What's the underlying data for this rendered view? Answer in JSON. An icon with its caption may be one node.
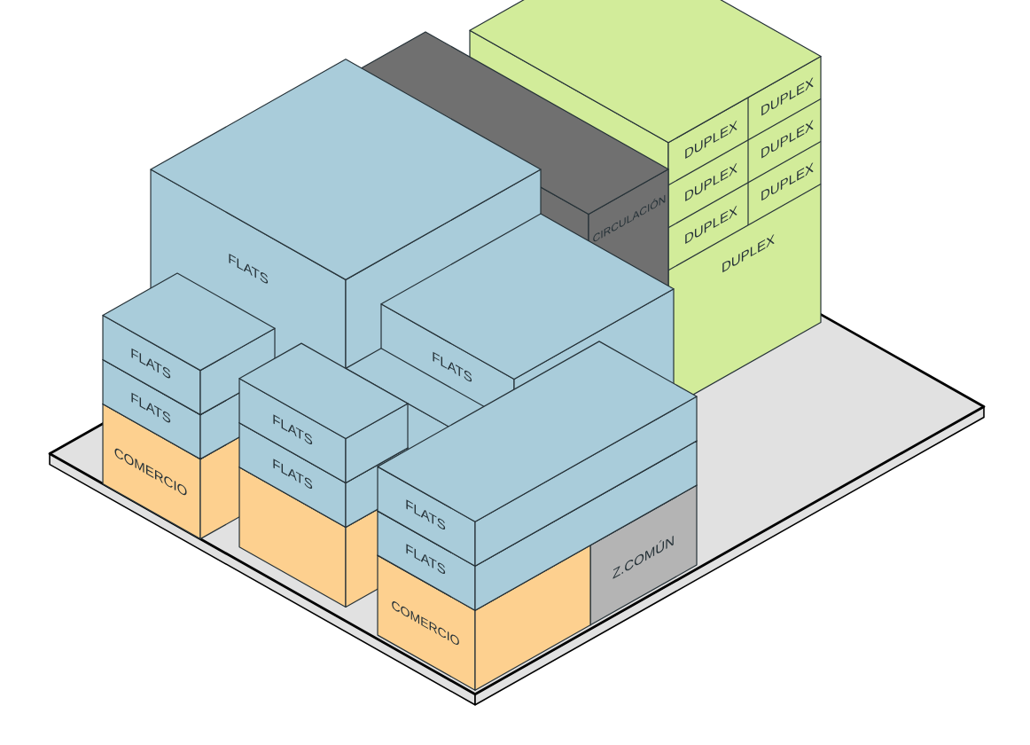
{
  "diagram": {
    "labels": [
      "DUPLEX",
      "DUPLEX",
      "DUPLEX",
      "FLATS",
      "CIRCULACIÓN",
      "DUPLEX",
      "DUPLEX",
      "FLATS",
      "DUPLEX",
      "DUPLEX",
      "FLATS",
      "FLATS",
      "FLATS",
      "COMERCIO",
      "FLATS",
      "FLATS",
      "Z.COMÚN",
      "FLATS",
      "COMERCIO"
    ]
  }
}
